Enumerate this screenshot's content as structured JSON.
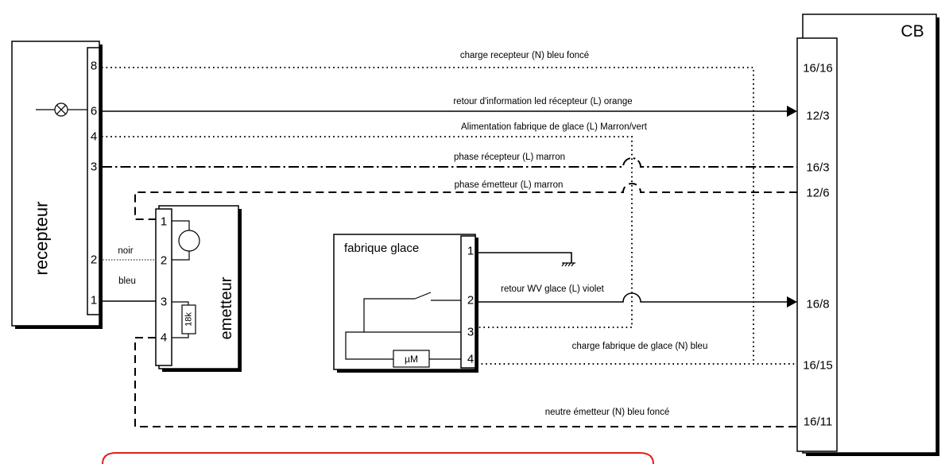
{
  "recepteur": {
    "title": "recepteur",
    "pins": [
      "8",
      "6",
      "4",
      "3",
      "2",
      "1"
    ]
  },
  "emetteur": {
    "title": "emetteur",
    "pins": [
      "1",
      "2",
      "3",
      "4"
    ],
    "resistor": "18k",
    "wire_labels": [
      "noir",
      "bleu"
    ]
  },
  "fabrique_glace": {
    "title": "fabrique glace",
    "pins": [
      "1",
      "2",
      "3",
      "4"
    ],
    "motor": "µM"
  },
  "cb": {
    "title": "CB",
    "pins": [
      "16/16",
      "12/3",
      "16/3",
      "12/6",
      "16/8",
      "16/15",
      "16/11"
    ]
  },
  "wires": [
    {
      "label": "charge recepteur (N) bleu foncé"
    },
    {
      "label": "retour d'information led récepteur (L) orange"
    },
    {
      "label": "Alimentation fabrique de glace (L) Marron/vert"
    },
    {
      "label": "phase récepteur (L) marron"
    },
    {
      "label": "phase émetteur (L) marron"
    },
    {
      "label": "retour WV glace (L) violet"
    },
    {
      "label": "charge fabrique de glace (N) bleu"
    },
    {
      "label": "neutre émetteur (N) bleu foncé"
    }
  ],
  "colors": {
    "line": "#000000",
    "highlight": "#e02020",
    "background": "#ffffff"
  }
}
